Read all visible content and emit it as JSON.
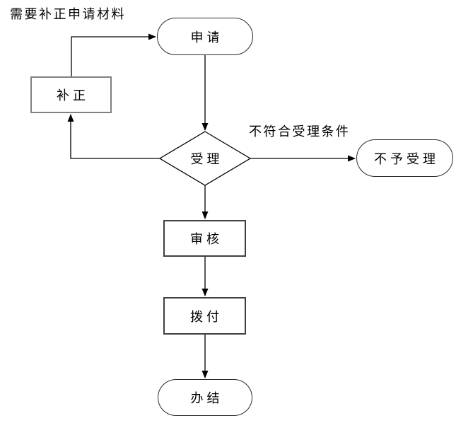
{
  "diagram": {
    "note": "需要补正申请材料",
    "nodes": [
      {
        "id": "apply",
        "label": "申请",
        "shape": "stadium"
      },
      {
        "id": "supplement",
        "label": "补正",
        "shape": "rect"
      },
      {
        "id": "accept",
        "label": "受理",
        "shape": "diamond"
      },
      {
        "id": "reject",
        "label": "不予受理",
        "shape": "stadium"
      },
      {
        "id": "review",
        "label": "审核",
        "shape": "rect"
      },
      {
        "id": "disburse",
        "label": "拨付",
        "shape": "rect"
      },
      {
        "id": "complete",
        "label": "办结",
        "shape": "stadium"
      }
    ],
    "edges": [
      {
        "from": "apply",
        "to": "accept",
        "label": ""
      },
      {
        "from": "accept",
        "to": "reject",
        "label": "不符合受理条件"
      },
      {
        "from": "accept",
        "to": "supplement",
        "label": ""
      },
      {
        "from": "supplement",
        "to": "apply",
        "label": ""
      },
      {
        "from": "accept",
        "to": "review",
        "label": ""
      },
      {
        "from": "review",
        "to": "disburse",
        "label": ""
      },
      {
        "from": "disburse",
        "to": "complete",
        "label": ""
      }
    ],
    "colors": {
      "background": "#ffffff",
      "line": "#000000",
      "text": "#000000",
      "stadium_border": "#2b2b2b",
      "rect_border": "#404040",
      "rect_border_light": "#808080"
    }
  }
}
